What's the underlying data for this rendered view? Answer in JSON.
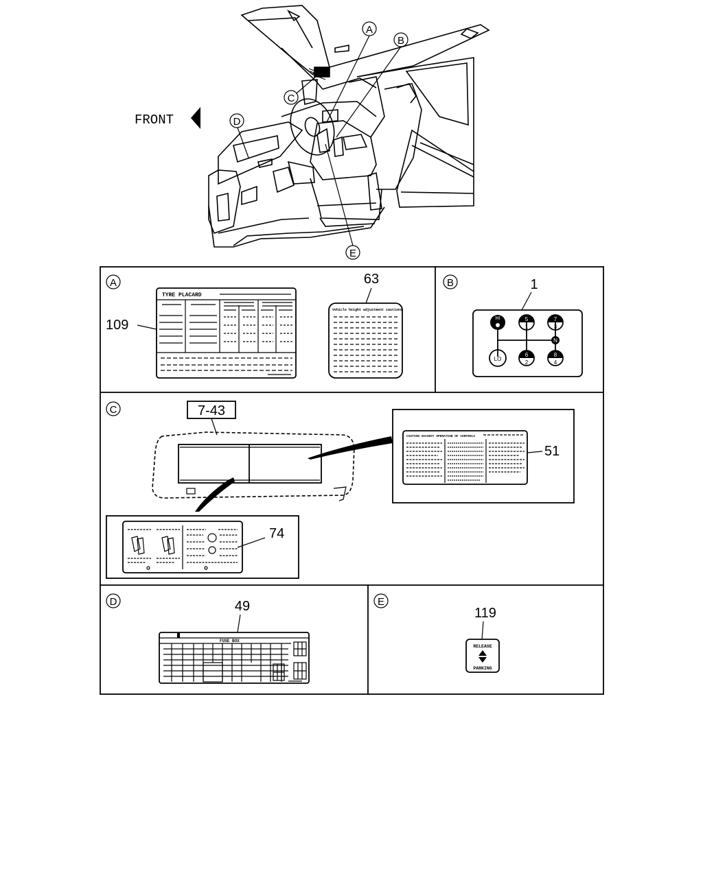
{
  "overview": {
    "front_label": "FRONT",
    "callouts": [
      "A",
      "B",
      "C",
      "D",
      "E"
    ]
  },
  "panel_a": {
    "letter": "A",
    "part_109": "109",
    "part_63": "63",
    "placard_title": "TYRE  PLACARD",
    "small_label_title": "Vehicle height adjustment cautions"
  },
  "panel_b": {
    "letter": "B",
    "part_1": "1",
    "positions": {
      "hi": "HI",
      "lo": "LO",
      "n": "N",
      "g5": "5",
      "g1": "1",
      "g7": "7",
      "g3": "3",
      "g6": "6",
      "g2": "2",
      "g8": "8",
      "g4": "4"
    }
  },
  "panel_c": {
    "letter": "C",
    "part_743": "7-43",
    "part_51": "51",
    "part_74": "74",
    "label51_title": "CAUTION AGAINST OPERATION OF CONTROLS"
  },
  "panel_d": {
    "letter": "D",
    "part_49": "49",
    "fuse_title": "FUSE BOX"
  },
  "panel_e": {
    "letter": "E",
    "part_119": "119",
    "release": "RELEASE",
    "parking": "PARKING"
  }
}
